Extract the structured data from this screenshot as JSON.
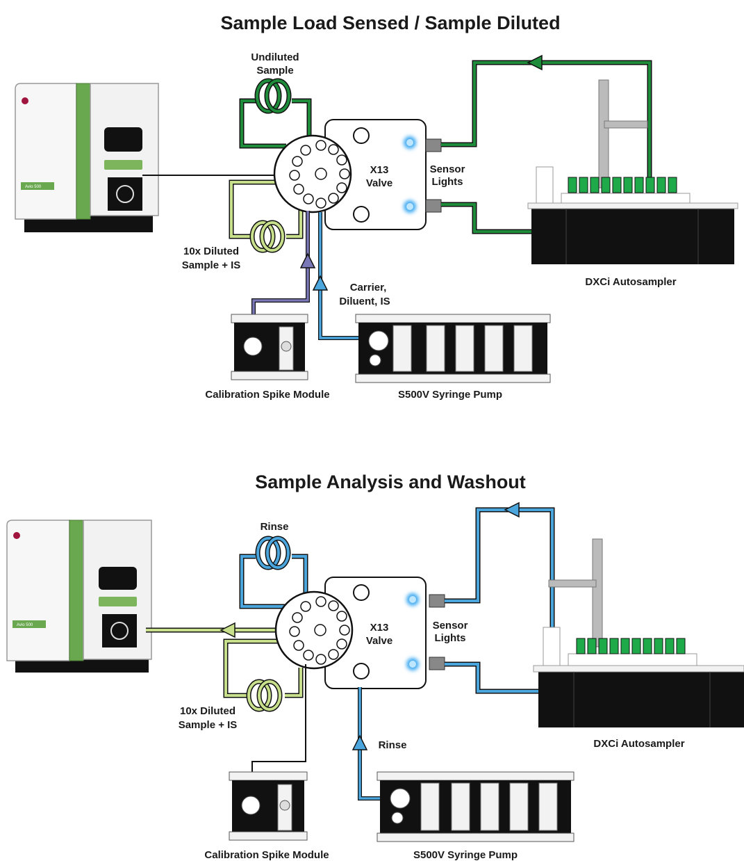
{
  "panels": [
    {
      "title": "Sample Load Sensed / Sample Diluted",
      "loop_top_label_line1": "Undiluted",
      "loop_top_label_line2": "Sample",
      "valve_line1": "X13",
      "valve_line2": "Valve",
      "sensor_line1": "Sensor",
      "sensor_line2": "Lights",
      "loop_bottom_label_line1": "10x Diluted",
      "loop_bottom_label_line2": "Sample + IS",
      "pump_line_label_line1": "Carrier,",
      "pump_line_label_line2": "Diluent, IS",
      "instrument_badge": "Avio 500",
      "autosampler_label": "DXCi Autosampler",
      "calibration_label": "Calibration Spike Module",
      "syringe_label": "S500V Syringe Pump"
    },
    {
      "title": "Sample Analysis and Washout",
      "loop_top_label": "Rinse",
      "valve_line1": "X13",
      "valve_line2": "Valve",
      "sensor_line1": "Sensor",
      "sensor_line2": "Lights",
      "loop_bottom_label_line1": "10x Diluted",
      "loop_bottom_label_line2": "Sample + IS",
      "pump_line_label": "Rinse",
      "instrument_badge": "Avio 500",
      "autosampler_label": "DXCi Autosampler",
      "calibration_label": "Calibration Spike Module",
      "syringe_label": "S500V Syringe Pump"
    }
  ],
  "colors": {
    "sample_green": "#1e8c3a",
    "diluted_yellow_green": "#c8e08c",
    "carrier_blue": "#4aa6dc",
    "spike_purple": "#7b78b8",
    "sensor_glow": "#3aa8f0",
    "instrument_green": "#6aa84f",
    "vial_green": "#1faa4a"
  }
}
